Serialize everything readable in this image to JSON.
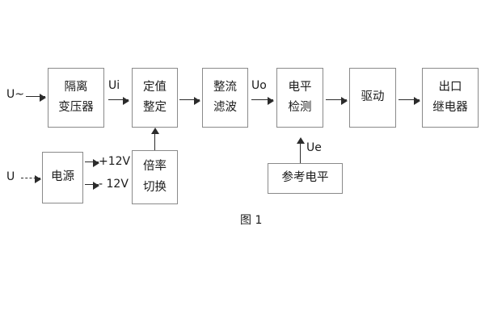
{
  "figure": {
    "caption": "图 1",
    "background_color": "#ffffff",
    "box_border_color": "#8a8a8a",
    "arrow_color": "#2b2b2b",
    "text_color": "#1b1b1b"
  },
  "blocks": [
    {
      "id": "isolation-transformer",
      "lines": [
        "隔离",
        "变压器"
      ]
    },
    {
      "id": "setting-value",
      "lines": [
        "定值",
        "整定"
      ]
    },
    {
      "id": "rectify-filter",
      "lines": [
        "整流",
        "滤波"
      ]
    },
    {
      "id": "level-detection",
      "lines": [
        "电平",
        "检测"
      ]
    },
    {
      "id": "drive",
      "lines": [
        "驱动"
      ]
    },
    {
      "id": "output-relay",
      "lines": [
        "出口",
        "继电器"
      ]
    },
    {
      "id": "power-supply",
      "lines": [
        "电源"
      ]
    },
    {
      "id": "multiplier-switch",
      "lines": [
        "倍率",
        "切换"
      ]
    },
    {
      "id": "reference-level",
      "lines": [
        "参考电平"
      ]
    }
  ],
  "signals": {
    "input_ac": "U~",
    "input_dc": "U",
    "ui": "Ui",
    "uo": "Uo",
    "ue": "Ue",
    "supply_positive": "+12V",
    "supply_negative": "- 12V"
  }
}
